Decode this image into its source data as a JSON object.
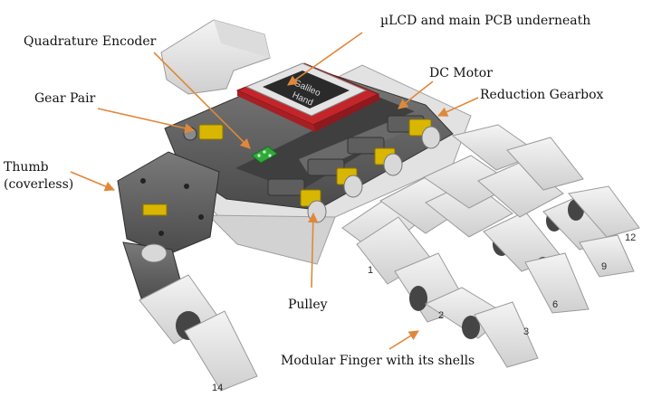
{
  "labels": {
    "lcd_pcb": "µLCD and main PCB underneath",
    "encoder": "Quadrature Encoder",
    "dc_motor": "DC Motor",
    "gear_pair": "Gear Pair",
    "reduction_gearbox": "Reduction Gearbox",
    "thumb_line1": "Thumb",
    "thumb_line2": "(coverless)",
    "pulley": "Pulley",
    "modular_finger": "Modular Finger with its shells"
  },
  "screen_text": {
    "line1": "Galileo",
    "line2": "Hand"
  },
  "finger_numbers": [
    "1",
    "2",
    "3",
    "6",
    "9",
    "12",
    "14"
  ],
  "colors": {
    "arrow": "#e0883a",
    "shell": "#e6e6e6",
    "frame": "#5a5a5a",
    "pcb_red": "#c2262b",
    "gear_yellow": "#d9b700",
    "encoder_green": "#2faa3a"
  }
}
